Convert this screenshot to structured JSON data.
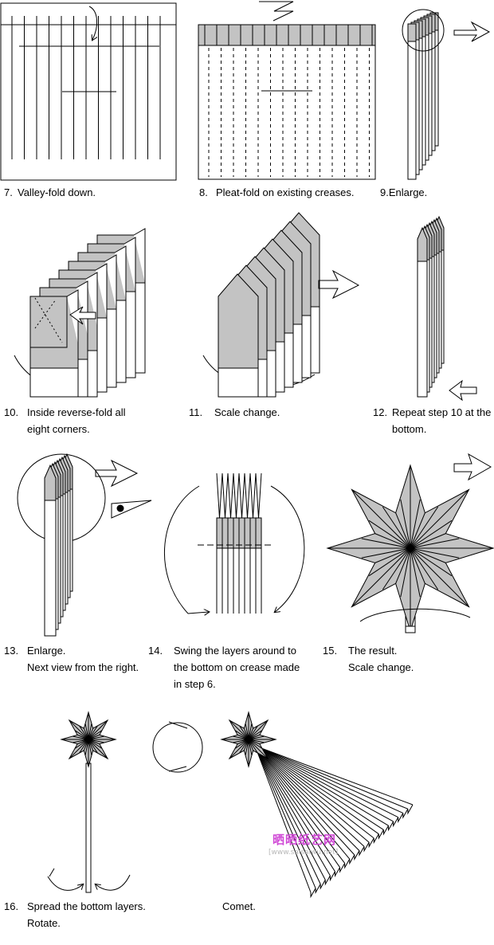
{
  "steps": [
    {
      "num": "7.",
      "line1": "Valley-fold down.",
      "line2": ""
    },
    {
      "num": "8.",
      "line1": "Pleat-fold on existing creases.",
      "line2": ""
    },
    {
      "num": "9.",
      "line1": "Enlarge.",
      "line2": ""
    },
    {
      "num": "10.",
      "line1": "Inside reverse-fold all",
      "line2": "eight corners."
    },
    {
      "num": "11.",
      "line1": "Scale change.",
      "line2": ""
    },
    {
      "num": "12.",
      "line1": "Repeat step 10 at the",
      "line2": "bottom."
    },
    {
      "num": "13.",
      "line1": "Enlarge.",
      "line2": "Next view from the right."
    },
    {
      "num": "14.",
      "line1": "Swing the layers around to",
      "line2": "the bottom on crease made",
      "line3": "in step 6."
    },
    {
      "num": "15.",
      "line1": "The result.",
      "line2": "Scale change."
    },
    {
      "num": "16.",
      "line1": "Spread the bottom layers.",
      "line2": "Rotate."
    },
    {
      "num": "",
      "line1": "Comet.",
      "line2": ""
    }
  ],
  "watermark": {
    "logo_text": "晒晒纸艺网",
    "url_text": "[www.saisaiwu.net]"
  },
  "colors": {
    "fill": "#c3c3c3",
    "line": "#000000",
    "background": "#ffffff"
  }
}
